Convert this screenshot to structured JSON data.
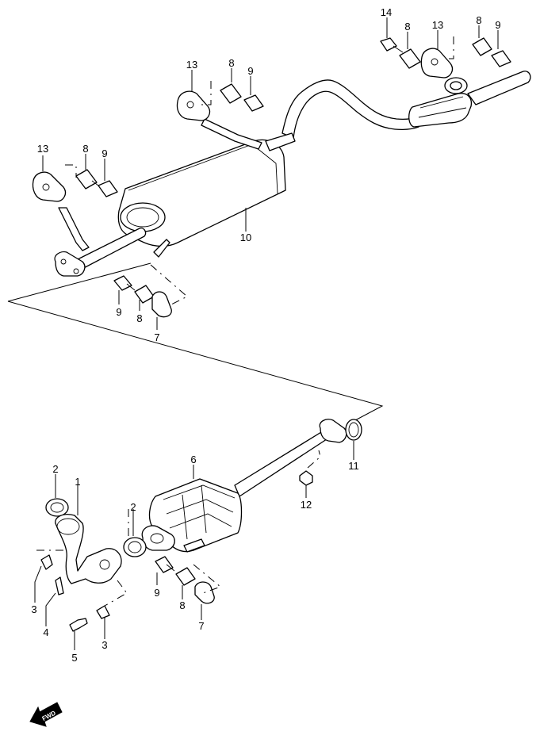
{
  "diagram": {
    "callouts": [
      {
        "id": "c14",
        "label": "14"
      },
      {
        "id": "c8a",
        "label": "8"
      },
      {
        "id": "c13a",
        "label": "13"
      },
      {
        "id": "c8b",
        "label": "8"
      },
      {
        "id": "c9a",
        "label": "9"
      },
      {
        "id": "c13b",
        "label": "13"
      },
      {
        "id": "c8c",
        "label": "8"
      },
      {
        "id": "c9b",
        "label": "9"
      },
      {
        "id": "c13c",
        "label": "13"
      },
      {
        "id": "c8d",
        "label": "8"
      },
      {
        "id": "c9c",
        "label": "9"
      },
      {
        "id": "c10",
        "label": "10"
      },
      {
        "id": "c9d",
        "label": "9"
      },
      {
        "id": "c8e",
        "label": "8"
      },
      {
        "id": "c7a",
        "label": "7"
      },
      {
        "id": "c6",
        "label": "6"
      },
      {
        "id": "c11",
        "label": "11"
      },
      {
        "id": "c12",
        "label": "12"
      },
      {
        "id": "c2a",
        "label": "2"
      },
      {
        "id": "c1",
        "label": "1"
      },
      {
        "id": "c2b",
        "label": "2"
      },
      {
        "id": "c3a",
        "label": "3"
      },
      {
        "id": "c4",
        "label": "4"
      },
      {
        "id": "c5",
        "label": "5"
      },
      {
        "id": "c3b",
        "label": "3"
      },
      {
        "id": "c9e",
        "label": "9"
      },
      {
        "id": "c8f",
        "label": "8"
      },
      {
        "id": "c7b",
        "label": "7"
      }
    ],
    "fwd_label": "FWD"
  }
}
